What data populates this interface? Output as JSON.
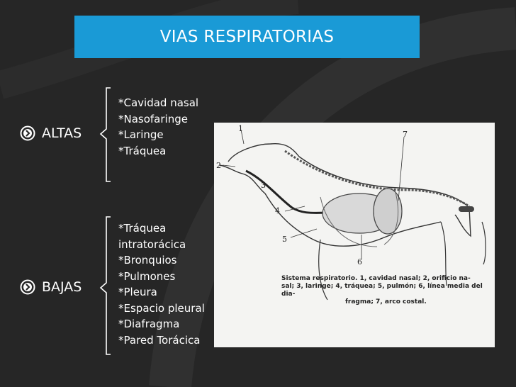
{
  "slide": {
    "title": "VIAS RESPIRATORIAS",
    "colors": {
      "background": "#262626",
      "title_bar": "#1a9ad6",
      "text": "#ffffff"
    }
  },
  "sections": [
    {
      "label": "ALTAS",
      "icon": "circled-chevron-right-icon",
      "items": [
        "*Cavidad nasal",
        "*Nasofaringe",
        "*Laringe",
        "*Tráquea"
      ]
    },
    {
      "label": "BAJAS",
      "icon": "circled-chevron-right-icon",
      "items": [
        "*Tráquea",
        "intratorácica",
        "*Bronquios",
        "*Pulmones",
        "*Pleura",
        "*Espacio pleural",
        "*Diafragma",
        "*Pared Torácica"
      ]
    }
  ],
  "figure": {
    "caption_lines": [
      "Sistema respiratorio. 1, cavidad nasal; 2, orificio na-",
      "sal; 3, laringe; 4, tráquea; 5, pulmón; 6, línea media del dia-",
      "fragma; 7, arco costal."
    ],
    "labels": [
      "1",
      "2",
      "3",
      "4",
      "5",
      "6",
      "7"
    ]
  }
}
